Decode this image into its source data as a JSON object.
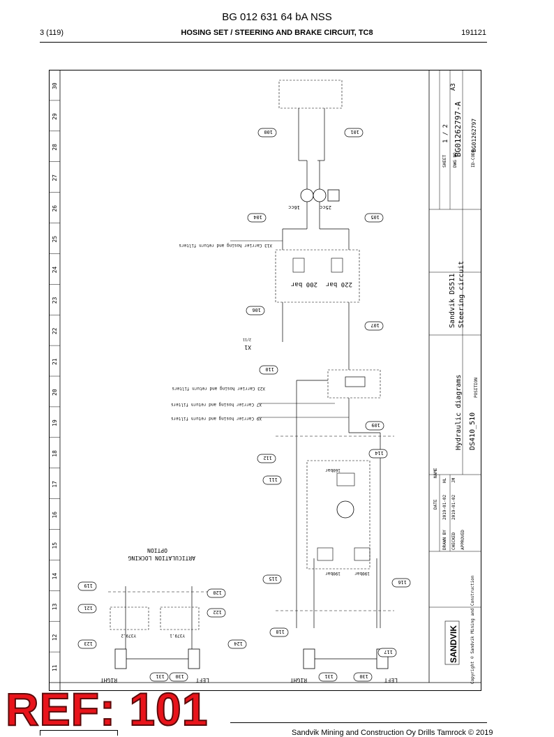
{
  "header": {
    "doc_title": "BG 012 631 64 bA NSS",
    "page": "3 (119)",
    "section": "HOSING SET / STEERING AND BRAKE CIRCUIT, TC8",
    "date": "191121"
  },
  "drawing": {
    "grid_numbers": [
      "30",
      "29",
      "28",
      "27",
      "26",
      "25",
      "24",
      "23",
      "22",
      "21",
      "20",
      "19",
      "18",
      "17",
      "16",
      "15",
      "14",
      "13",
      "12",
      "11"
    ],
    "title_block": {
      "project": "Sandvik DS511",
      "subject": "Steering circuit",
      "type": "Hydraulic diagrams",
      "code": "DS410_510",
      "position": "POSITION",
      "sheet_label": "SHEET",
      "sheet": "1 / 2",
      "size": "A3",
      "dwg_no_label": "DWG NO",
      "dwg_no": "BG01262797-A",
      "id_code_label": "ID-CODE",
      "id_code": "BG01262797",
      "date_label": "DATE",
      "name_label": "NAME",
      "drawn_by": "DRAWN BY",
      "drawn_date": "2019-01-02",
      "drawn_name": "HL",
      "checked": "CHECKED",
      "checked_date": "2019-01-02",
      "checked_name": "JM",
      "approved": "APPROVED",
      "copyright": "Copyright © Sandvik Mining and Construction",
      "brand": "SANDVIK"
    },
    "labels": {
      "art_lock_1": "ARTICULATION LOCKING",
      "art_lock_2": "OPTION",
      "right1": "RIGHT",
      "left1": "LEFT",
      "right2": "RIGHT",
      "left2": "LEFT",
      "bar200": "200 bar",
      "bar220": "220 bar",
      "bar190a": "190bar",
      "bar190b": "190bar",
      "bar160": "160bar",
      "cc_a": "16cc",
      "cc_b": "25cc",
      "x13": "X13 Carrier hosing and return filters",
      "x23": "X23 Carrier hosing and return filters",
      "x7": "X7 Carrier hosing and return filters",
      "x9": "X9 Carrier hosing and return filters",
      "x1": "X1",
      "x1_note": "2/11",
      "y379_1": "Y379.1",
      "y379_2": "Y379.2"
    },
    "callouts": [
      "100",
      "101",
      "104",
      "105",
      "106",
      "107",
      "110",
      "109",
      "112",
      "114",
      "111",
      "115",
      "116",
      "118",
      "117",
      "119",
      "120",
      "121",
      "122",
      "123",
      "124",
      "130",
      "131",
      "130",
      "131"
    ]
  },
  "stamp": {
    "ref": "REF: 101"
  },
  "footer": {
    "text": "Sandvik Mining and Construction Oy Drills Tamrock © 2019"
  }
}
